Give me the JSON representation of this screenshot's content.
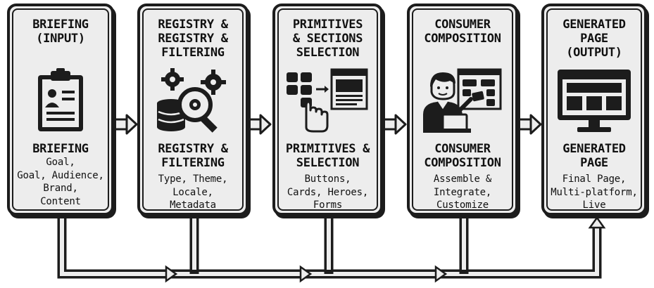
{
  "diagram": {
    "stages": [
      {
        "id": "briefing",
        "title": "BRIEFING\n(INPUT)",
        "icon": "clipboard-user-icon",
        "subtitle": "BRIEFING",
        "description": "Goal,\nGoal, Audience,\nBrand,\nContent"
      },
      {
        "id": "registry",
        "title": "REGISTRY &\nREGISTRY &\nFILTERING",
        "icon": "gears-database-search-icon",
        "subtitle": "REGISTRY &\nFILTERING",
        "description": "Type, Theme,\nLocale,\nMetadata"
      },
      {
        "id": "primitives",
        "title": "PRIMITIVES\n& SECTIONS\nSELECTION",
        "icon": "grid-select-pointer-icon",
        "subtitle": "PRIMITIVES &\nSELECTION",
        "description": "Buttons,\nCards, Heroes,\nForms"
      },
      {
        "id": "consumer",
        "title": "CONSUMER\nCOMPOSITION",
        "icon": "person-assembling-icon",
        "subtitle": "CONSUMER\nCOMPOSITION",
        "description": "Assemble &\nIntegrate,\nCustomize"
      },
      {
        "id": "generated",
        "title": "GENERATED\nPAGE\n(OUTPUT)",
        "icon": "monitor-webpage-icon",
        "subtitle": "GENERATED\nPAGE",
        "description": "Final Page,\nMulti-platform,\nLive"
      }
    ]
  }
}
